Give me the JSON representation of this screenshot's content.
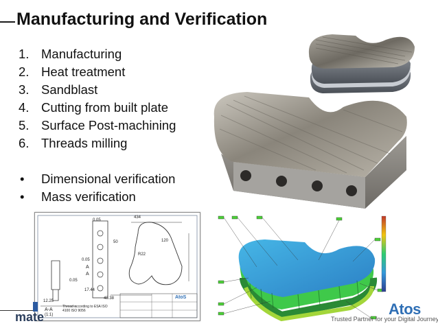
{
  "title": "Manufacturing and Verification",
  "steps": [
    {
      "num": "1.",
      "text": "Manufacturing"
    },
    {
      "num": "2.",
      "text": "Heat treatment"
    },
    {
      "num": "3.",
      "text": "Sandblast"
    },
    {
      "num": "4.",
      "text": "Cutting from built plate"
    },
    {
      "num": "5.",
      "text": "Surface Post-machining"
    },
    {
      "num": "6.",
      "text": "Threads milling"
    }
  ],
  "checks": [
    {
      "bullet": "•",
      "text": "Dimensional verification"
    },
    {
      "bullet": "•",
      "text": "Mass verification"
    }
  ],
  "drawing": {
    "section_label": "A-A",
    "scale_label": "(1:1)",
    "note": "Thread according to ESA ISO 4100 ISO 9056",
    "logo": "AtoS",
    "dims": [
      "0.05",
      "0.05",
      "0.05",
      "434",
      "R22",
      "120",
      "50",
      "17.44",
      "48.38",
      "12.25",
      "A",
      "A"
    ]
  },
  "footer": {
    "left_logo": "mate",
    "right_logo": "Atos",
    "tagline": "Trusted Partner for your Digital Journey"
  },
  "colors": {
    "title": "#111111",
    "fea_blue": "#2f7fd0",
    "fea_green": "#3fc94a",
    "atos_blue": "#2f6fb5"
  }
}
